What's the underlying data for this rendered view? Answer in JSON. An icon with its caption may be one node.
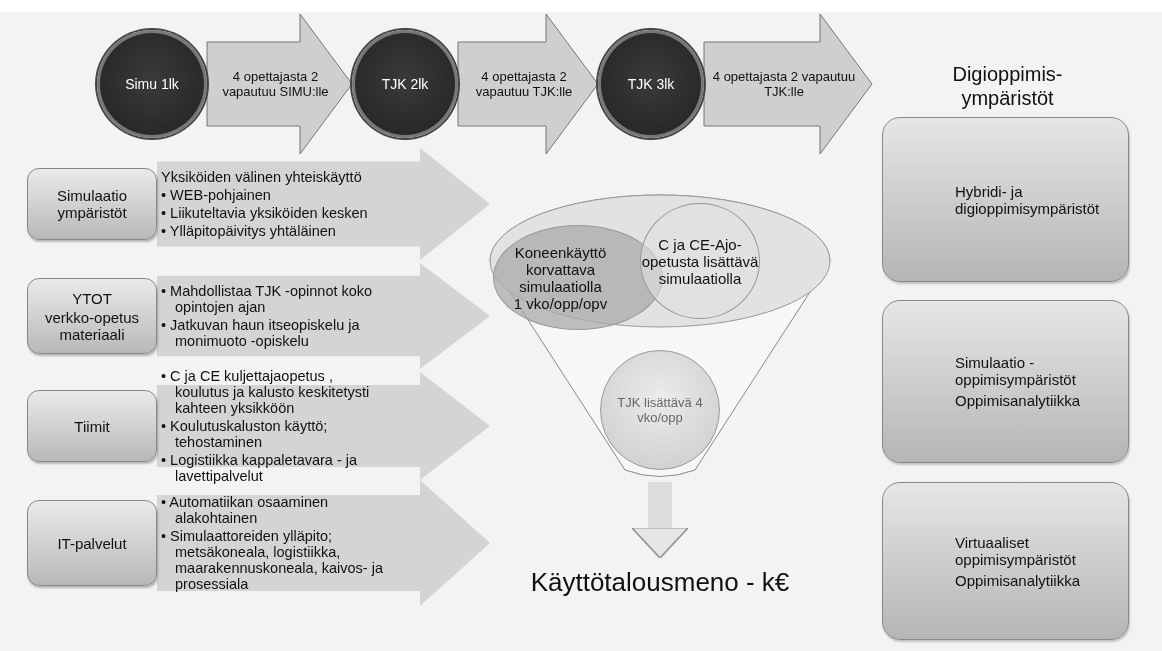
{
  "diagram": {
    "nodes": [
      {
        "text": [
          "Simu 1lk"
        ]
      },
      {
        "text": [
          "TJK 2lk"
        ]
      },
      {
        "text": [
          "TJK 3lk"
        ]
      },
      {
        "text": [
          "Simulaatio ympäristöt"
        ]
      },
      {
        "text": [
          "YTOT",
          "verkko-opetus materiaali"
        ]
      },
      {
        "text": [
          "Tiimit"
        ]
      },
      {
        "text": [
          "IT-palvelut"
        ]
      },
      {
        "text": [],
        "shape": "funnel"
      },
      {
        "text": [
          "Koneenkäyttö korvattava simulaatiolla",
          "1 vko/opp/opv"
        ],
        "in": 7
      },
      {
        "text": [
          "C ja CE-Ajo-opetusta lisättävä simulaatiolla"
        ],
        "in": 7
      },
      {
        "text": [
          "TJK lisättävä 4 vko/opp"
        ],
        "in": 7
      },
      {
        "text": [
          "Käyttötalousmeno - k€"
        ]
      },
      {
        "text": [
          "Hybridi- ja digioppimisympäristöt"
        ]
      },
      {
        "text": [
          "Simulaatio - oppimisympäristöt",
          "Oppimisanalytiikka"
        ]
      },
      {
        "text": [
          "Virtuaaliset oppimisympäristöt",
          "Oppimisanalytiikka"
        ]
      }
    ],
    "edges": [
      {
        "from": 0,
        "to": 1,
        "arrow": "to",
        "label": "4 opettajasta 2 vapautuu SIMU:lle"
      },
      {
        "from": 1,
        "to": 2,
        "arrow": "to",
        "label": "4 opettajasta 2 vapautuu TJK:lle"
      },
      {
        "from": 2,
        "to": null,
        "arrow": "to",
        "label": "4 opettajasta 2 vapautuu TJK:lle"
      },
      {
        "from": 3,
        "to": null,
        "arrow": "to",
        "label": "Yksiköiden välinen yhteiskäyttö • WEB-pohjainen • Liikuteltavia yksiköiden kesken • Ylläpitopäivitys yhtäläinen"
      },
      {
        "from": 4,
        "to": null,
        "arrow": "to",
        "label": "• Mahdollistaa TJK -opinnot koko opintojen ajan • Jatkuvan haun itseopiskelu ja monimuoto -opiskelu"
      },
      {
        "from": 5,
        "to": null,
        "arrow": "to",
        "label": "• C ja CE kuljettajaopetus , koulutus ja kalusto keskitetysti kahteen yksikköön • Koulutuskaluston käyttö; tehostaminen • Logistiikka kappaletavara - ja lavettipalvelut"
      },
      {
        "from": 6,
        "to": null,
        "arrow": "to",
        "label": "• Automatiikan osaaminen alakohtainen • Simulaattoreiden ylläpito; metsäkoneala, logistiikka, maarakennuskoneala, kaivos- ja prosessiala"
      },
      {
        "from": 7,
        "to": 11,
        "arrow": "to"
      }
    ],
    "labels": [
      "Digioppimis-ympäristöt"
    ]
  }
}
